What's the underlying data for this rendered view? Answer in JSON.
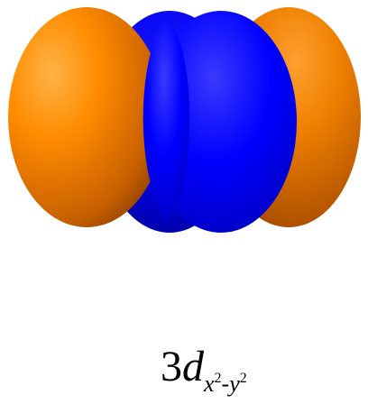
{
  "orbital": {
    "colors": {
      "positive_lobe": "#ff8c00",
      "negative_lobe": "#0000ff",
      "background": "#ffffff"
    }
  },
  "label": {
    "number": "3",
    "letter": "d",
    "sub_x": "x",
    "sup_x": "2",
    "dash": "-",
    "sub_y": "y",
    "sup_y": "2"
  }
}
